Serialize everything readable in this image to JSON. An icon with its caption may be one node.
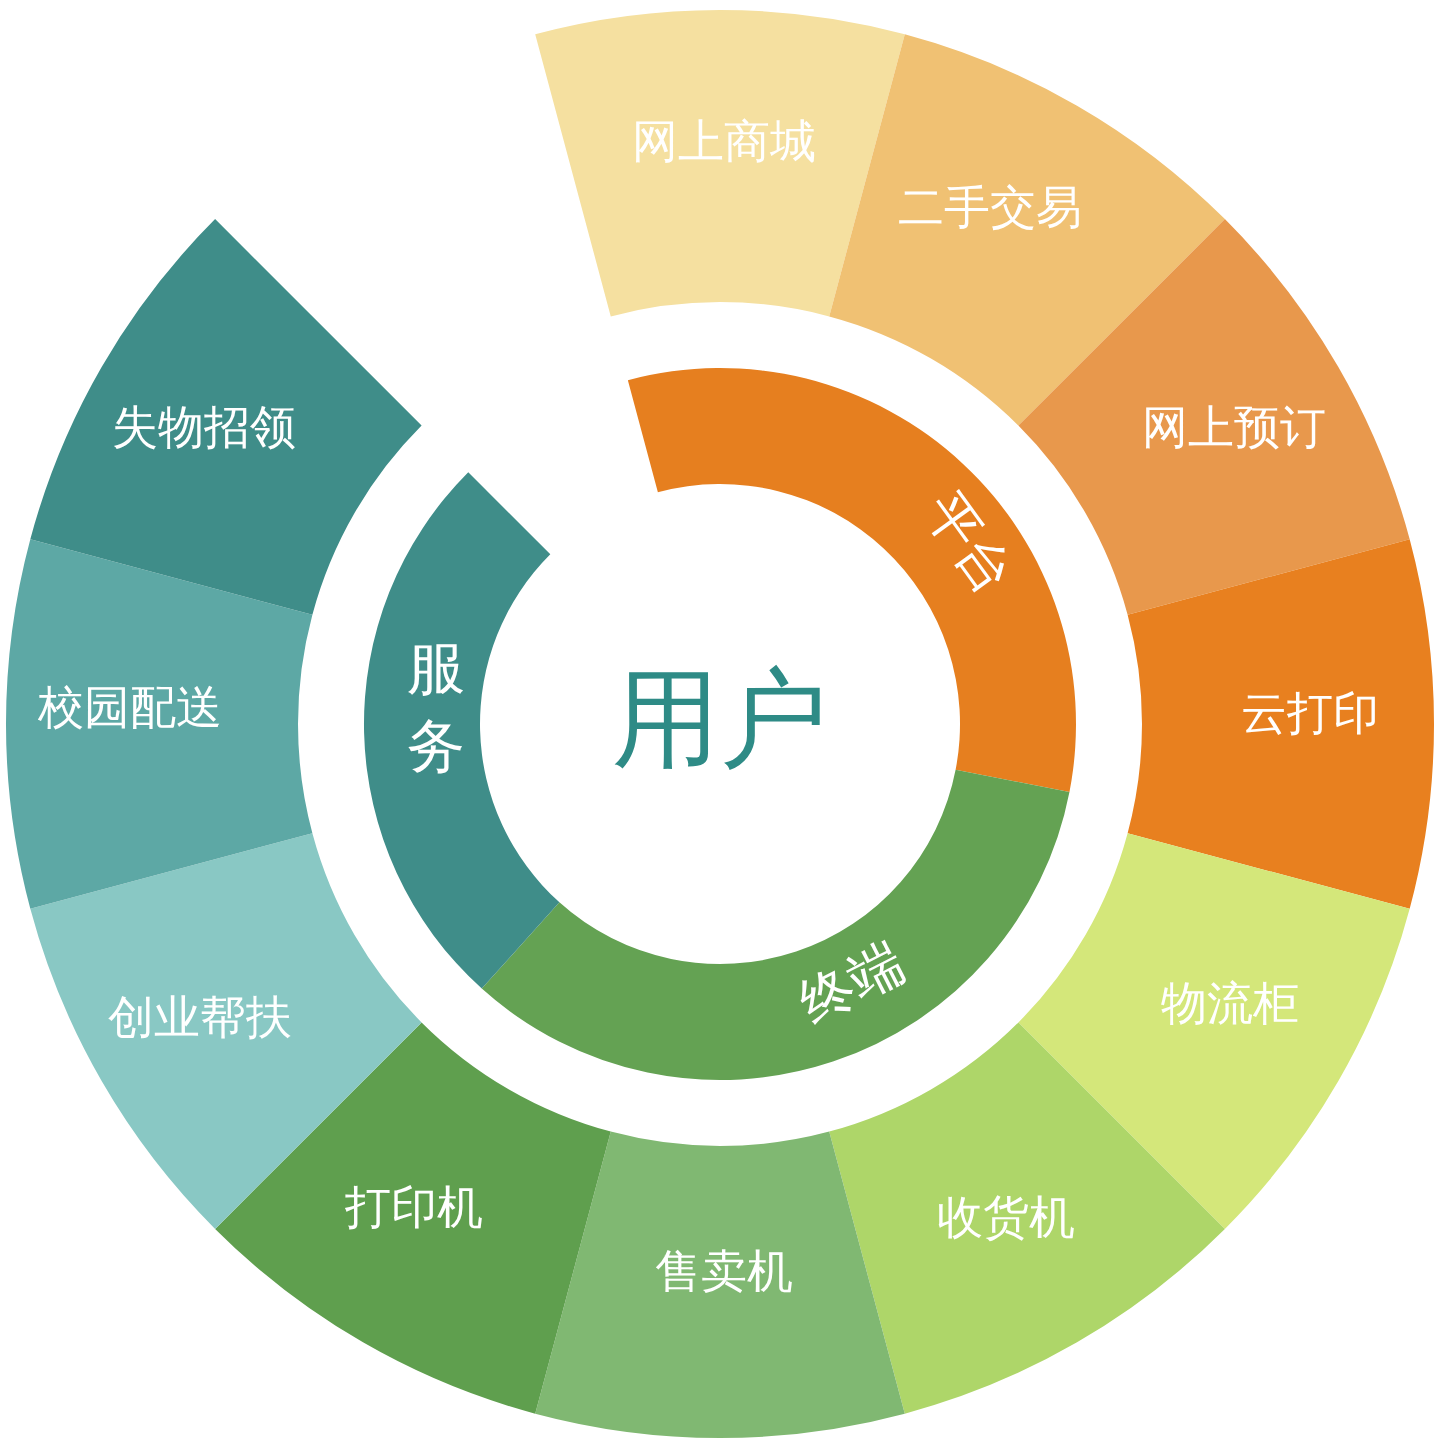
{
  "diagram": {
    "nodes": [
      {
        "text": [
          "用户"
        ]
      },
      {
        "text": [
          "平台"
        ]
      },
      {
        "text": [
          "终端"
        ]
      },
      {
        "text": [
          "服务"
        ]
      },
      {
        "text": [
          "网上商城"
        ]
      },
      {
        "text": [
          "二手交易"
        ]
      },
      {
        "text": [
          "网上预订"
        ]
      },
      {
        "text": [
          "云打印"
        ]
      },
      {
        "text": [
          "物流柜"
        ]
      },
      {
        "text": [
          "收货机"
        ]
      },
      {
        "text": [
          "售卖机"
        ]
      },
      {
        "text": [
          "打印机"
        ]
      },
      {
        "text": [
          "创业帮扶"
        ]
      },
      {
        "text": [
          "校园配送"
        ]
      },
      {
        "text": [
          "失物招领"
        ]
      }
    ]
  }
}
